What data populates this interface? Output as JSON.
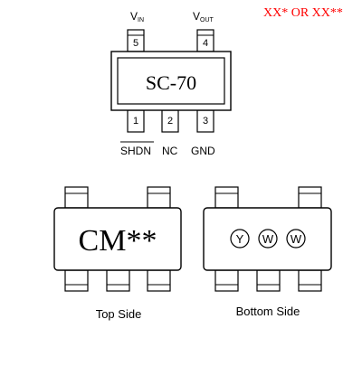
{
  "marking_note": "XX* OR XX**",
  "package_name": "SC-70",
  "pins": [
    {
      "number": "1",
      "label": "SHDN",
      "overbar": true
    },
    {
      "number": "2",
      "label": "NC"
    },
    {
      "number": "3",
      "label": "GND"
    },
    {
      "number": "4",
      "label": "V",
      "subscript": "OUT"
    },
    {
      "number": "5",
      "label": "V",
      "subscript": "IN"
    }
  ],
  "top_side": {
    "marking": "CM**",
    "caption": "Top Side"
  },
  "bottom_side": {
    "marks": [
      "Y",
      "W",
      "W"
    ],
    "caption": "Bottom Side"
  },
  "colors": {
    "ink": "#000000",
    "note": "#ff0000",
    "background": "#ffffff"
  }
}
